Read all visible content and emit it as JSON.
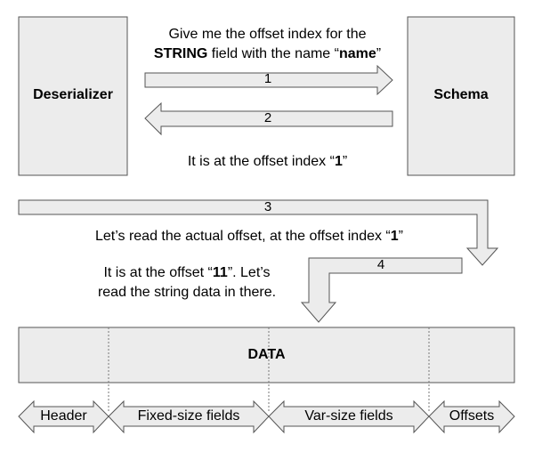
{
  "deserializer": {
    "label": "Deserializer"
  },
  "schema": {
    "label": "Schema"
  },
  "request": {
    "line1": "Give me the offset index for the",
    "line2_bold1": "STRING",
    "line2_mid": " field with the name “",
    "line2_bold2": "name",
    "line2_end": "”"
  },
  "reply": {
    "prefix": "It is at the offset index “",
    "bold": "1",
    "suffix": "”"
  },
  "read_offset": {
    "prefix": "Let’s read the actual offset, at the offset index “",
    "bold": "1",
    "suffix": "”"
  },
  "read_data": {
    "line1_prefix": "It is at the offset “",
    "line1_bold": "11",
    "line1_suffix": "”. Let’s",
    "line2": "read the string data in there."
  },
  "arrows": {
    "a1": "1",
    "a2": "2",
    "a3": "3",
    "a4": "4"
  },
  "data_block": {
    "label": "DATA"
  },
  "segments": [
    "Header",
    "Fixed-size fields",
    "Var-size fields",
    "Offsets"
  ],
  "colors": {
    "fill": "#ececec",
    "stroke": "#555555"
  }
}
